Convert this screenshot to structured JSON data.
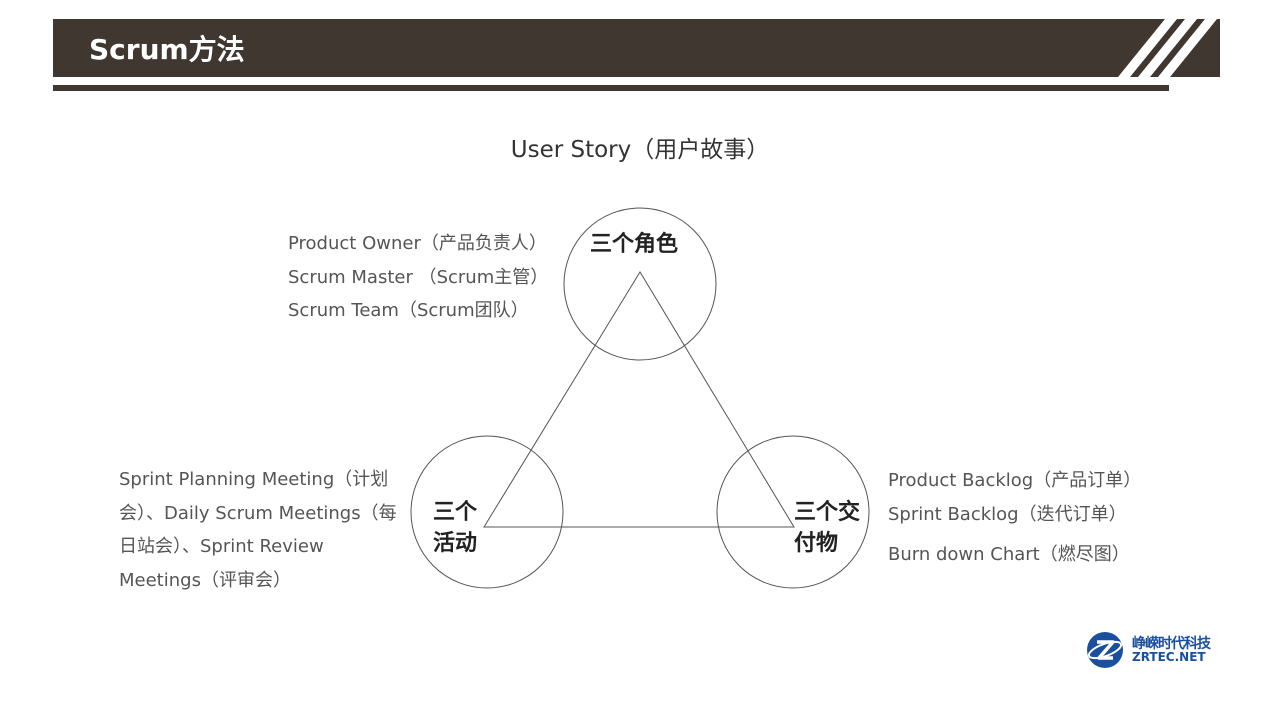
{
  "header": {
    "title": "Scrum方法"
  },
  "diagram": {
    "title": "User Story（用户故事）",
    "nodes": {
      "roles": {
        "label": "三个角色",
        "items": [
          "Product Owner（产品负责人）",
          "Scrum Master （Scrum主管）",
          "Scrum Team（Scrum团队）"
        ]
      },
      "activities": {
        "label_line1": "三个",
        "label_line2": "活动",
        "description": "Sprint Planning Meeting（计划会）、Daily Scrum Meetings（每日站会）、Sprint Review Meetings（评审会）"
      },
      "deliverables": {
        "label_line1": "三个交",
        "label_line2": "付物",
        "items": [
          "Product Backlog（产品订单）",
          "Sprint Backlog（迭代订单）",
          "Burn down Chart（燃尽图）"
        ]
      }
    }
  },
  "logo": {
    "name_cn": "峥嵘时代科技",
    "name_en": "ZRTEC.NET",
    "icon": "zrtec-logo-icon",
    "color": "#1a4fa0"
  },
  "colors": {
    "header": "#3f3730",
    "line": "#555555"
  }
}
